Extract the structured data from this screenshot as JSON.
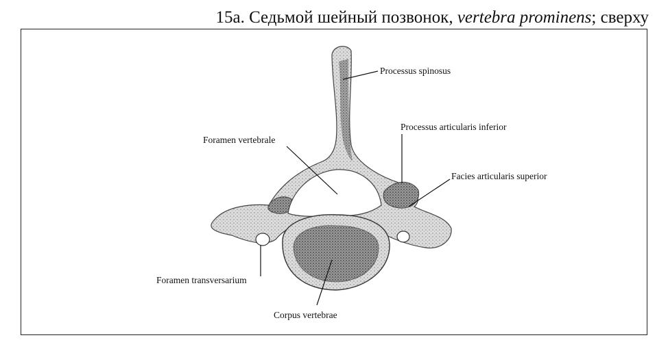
{
  "caption": {
    "prefix": "15а. Седьмой шейный позвонок,",
    "latin": "vertebra prominens",
    "suffix": "; сверху"
  },
  "labels": {
    "processus_spinosus": "Processus spinosus",
    "processus_articularis_inferior": "Processus articularis inferior",
    "foramen_vertebrale": "Foramen vertebrale",
    "facies_articularis_superior": "Facies articularis superior",
    "foramen_transversarium": "Foramen transversarium",
    "corpus_vertebrae": "Corpus vertebrae"
  }
}
